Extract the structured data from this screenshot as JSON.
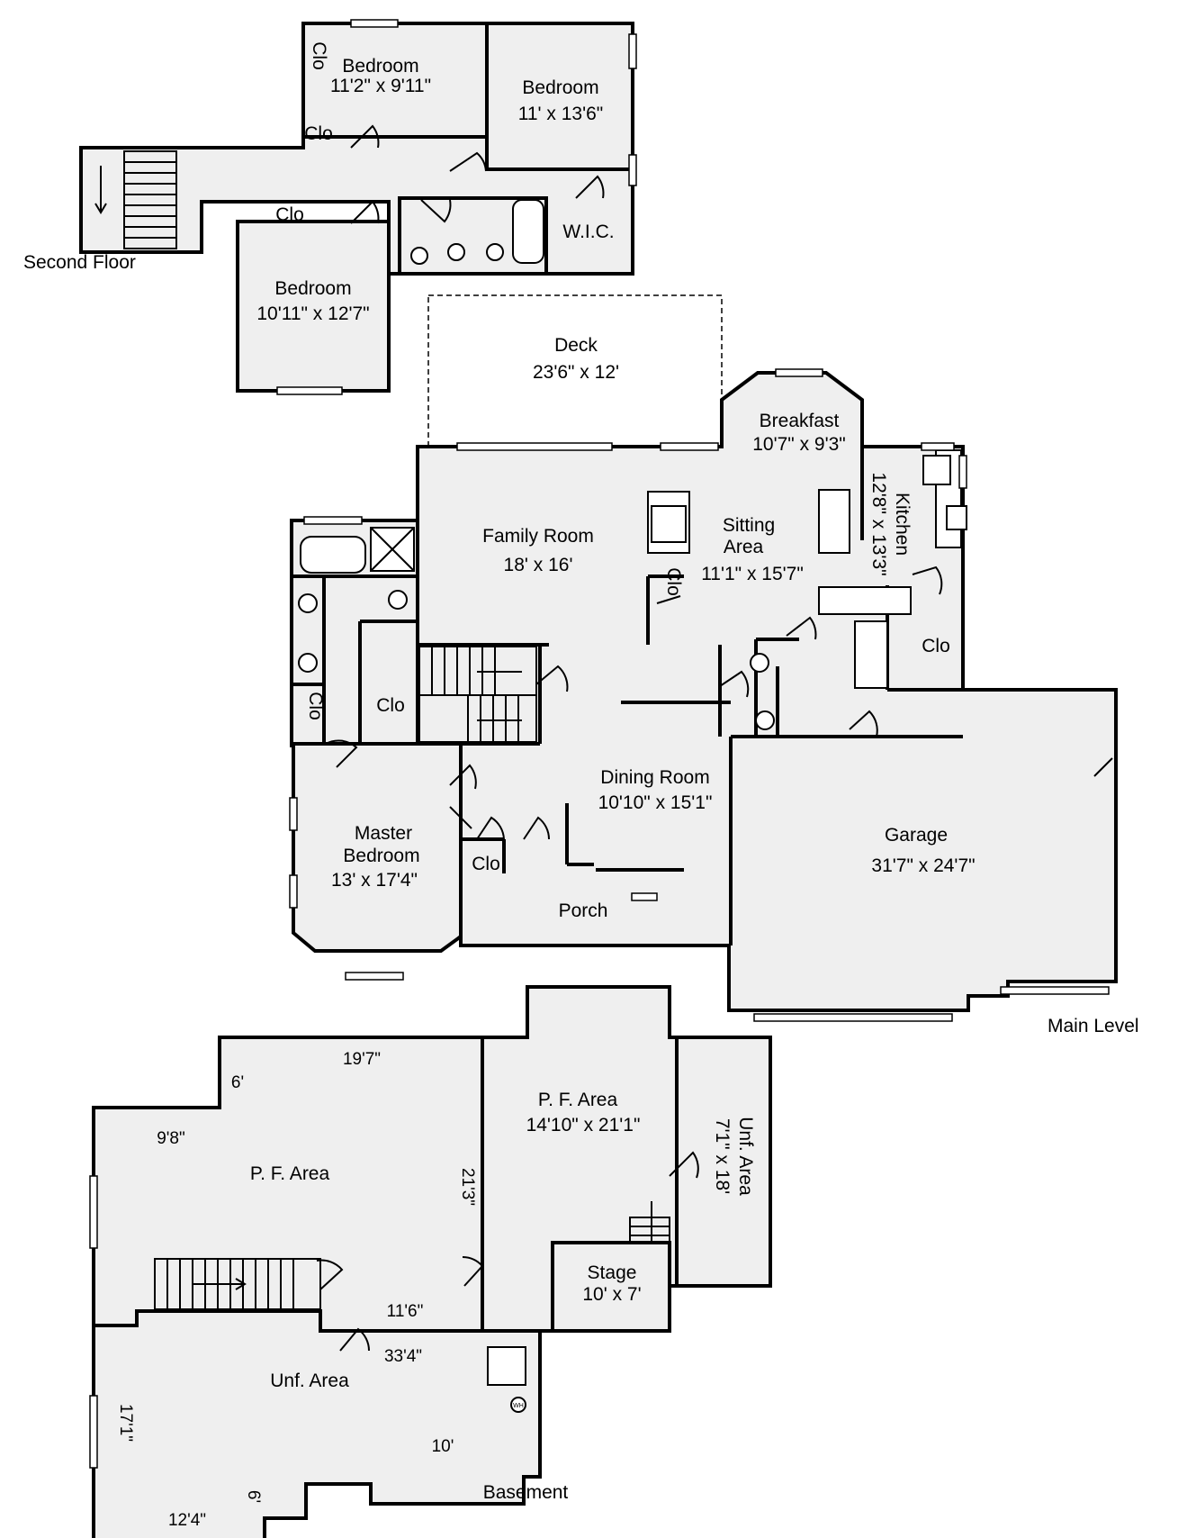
{
  "second_floor": {
    "label": "Second Floor",
    "rooms": [
      {
        "name": "Bedroom",
        "size": "11'2\" x 9'11\""
      },
      {
        "name": "Bedroom",
        "size": "11' x 13'6\""
      },
      {
        "name": "Bedroom",
        "size": "10'11\" x 12'7\""
      }
    ],
    "closets": [
      "Clo",
      "Clo",
      "Clo"
    ],
    "wic": "W.I.C."
  },
  "main_level": {
    "label": "Main Level",
    "deck": {
      "name": "Deck",
      "size": "23'6\" x 12'"
    },
    "breakfast": {
      "name": "Breakfast",
      "size": "10'7\" x 9'3\""
    },
    "kitchen": {
      "name": "Kitchen",
      "size": "12'8\" x 13'3\""
    },
    "family_room": {
      "name": "Family Room",
      "size": "18' x 16'"
    },
    "sitting_area": {
      "name_line1": "Sitting",
      "name_line2": "Area",
      "size": "11'1\" x 15'7\""
    },
    "dining_room": {
      "name": "Dining Room",
      "size": "10'10\" x 15'1\""
    },
    "master_bedroom": {
      "name_line1": "Master",
      "name_line2": "Bedroom",
      "size": "13' x 17'4\""
    },
    "garage": {
      "name": "Garage",
      "size": "31'7\" x 24'7\""
    },
    "porch": "Porch",
    "closets": [
      "Clo",
      "Clo",
      "Clo",
      "Clo",
      "Clo"
    ]
  },
  "basement": {
    "label": "Basement",
    "pf_area_left": "P. F. Area",
    "pf_area_right": {
      "name": "P. F. Area",
      "size": "14'10\" x 21'1\""
    },
    "unf_area_right": {
      "name": "Unf. Area",
      "size": "7'1\" x 18'"
    },
    "stage": {
      "name": "Stage",
      "size": "10' x 7'"
    },
    "unf_area": "Unf. Area",
    "water_heater": "WH",
    "dims": {
      "top": "19'7\"",
      "six_a": "6'",
      "nine_eight": "9'8\"",
      "height": "21'3\"",
      "eleven_six": "11'6\"",
      "thirty_three": "33'4\"",
      "seventeen": "17'1\"",
      "ten": "10'",
      "six_b": "6'",
      "twelve_four": "12'4\""
    }
  }
}
